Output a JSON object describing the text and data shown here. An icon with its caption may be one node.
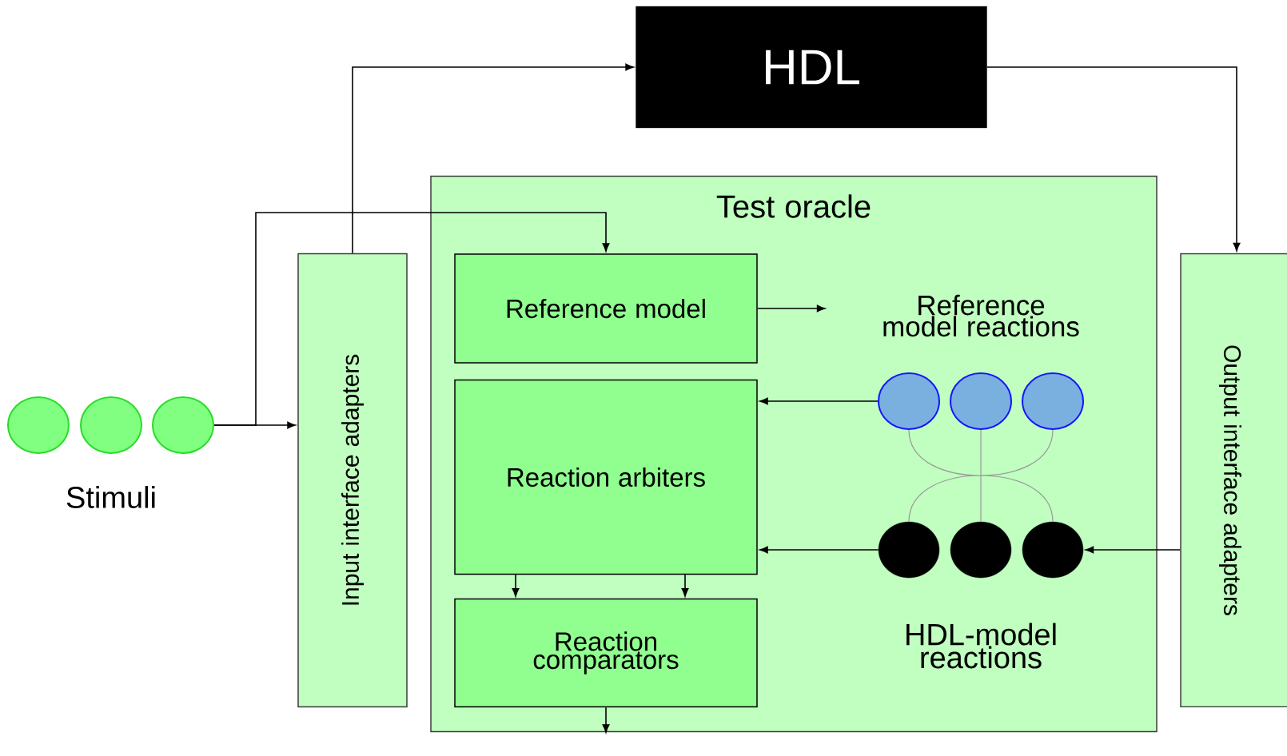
{
  "diagram": {
    "nodes": [
      {
        "text": [
          "HDL"
        ]
      },
      {
        "text": [
          "Test oracle"
        ]
      },
      {
        "text": [
          "Input interface adapters"
        ]
      },
      {
        "text": [
          "Output interface adapters"
        ]
      },
      {
        "text": [
          "Reference model"
        ],
        "in": 1
      },
      {
        "text": [
          "Reaction arbiters"
        ],
        "in": 1
      },
      {
        "text": [
          "Reaction comparators"
        ],
        "in": 1
      },
      {
        "text": [],
        "shape": "circle"
      },
      {
        "text": [],
        "shape": "circle"
      },
      {
        "text": [],
        "shape": "circle"
      },
      {
        "text": [
          "Reference model reactions"
        ],
        "in": 1
      },
      {
        "text": [],
        "shape": "circle",
        "in": 1
      },
      {
        "text": [],
        "shape": "circle",
        "in": 1
      },
      {
        "text": [],
        "shape": "circle",
        "in": 1
      },
      {
        "text": [],
        "shape": "circle",
        "in": 1
      },
      {
        "text": [],
        "shape": "circle",
        "in": 1
      },
      {
        "text": [],
        "shape": "circle",
        "in": 1
      }
    ],
    "edges": [
      {
        "from": 9,
        "to": 2,
        "arrow": "to"
      },
      {
        "from": 9,
        "to": 4,
        "arrow": "to"
      },
      {
        "from": 2,
        "to": 0,
        "arrow": "to"
      },
      {
        "from": 0,
        "to": 3,
        "arrow": "to"
      },
      {
        "from": 4,
        "to": 10,
        "arrow": "to"
      },
      {
        "from": 11,
        "to": 5,
        "arrow": "to"
      },
      {
        "from": 14,
        "to": 5,
        "arrow": "to"
      },
      {
        "from": 3,
        "to": 16,
        "arrow": "to"
      },
      {
        "from": 5,
        "to": 6,
        "arrow": "to"
      },
      {
        "from": 5,
        "to": 6,
        "arrow": "to"
      },
      {
        "from": 6,
        "to": null,
        "arrow": "to"
      },
      {
        "from": 11,
        "to": 14,
        "arrow": "none",
        "color": "#999999"
      },
      {
        "from": 11,
        "to": 15,
        "arrow": "none",
        "color": "#999999"
      },
      {
        "from": 11,
        "to": 16,
        "arrow": "none",
        "color": "#999999"
      },
      {
        "from": 12,
        "to": 14,
        "arrow": "none",
        "color": "#999999"
      },
      {
        "from": 12,
        "to": 15,
        "arrow": "none",
        "color": "#999999"
      },
      {
        "from": 12,
        "to": 16,
        "arrow": "none",
        "color": "#999999"
      },
      {
        "from": 13,
        "to": 14,
        "arrow": "none",
        "color": "#999999"
      },
      {
        "from": 13,
        "to": 15,
        "arrow": "none",
        "color": "#999999"
      },
      {
        "from": 13,
        "to": 16,
        "arrow": "none",
        "color": "#999999"
      }
    ],
    "labels": [
      "Stimuli",
      "HDL-model reactions"
    ]
  }
}
